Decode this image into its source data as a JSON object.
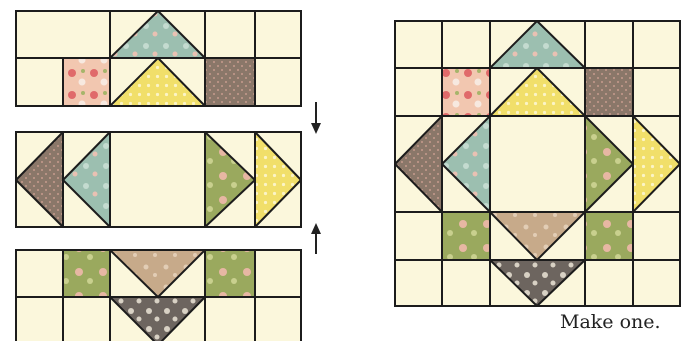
{
  "caption": "Make one.",
  "arrows": {
    "upper": "down-arrow",
    "lower": "up-arrow"
  },
  "colors": {
    "background_fabric": "#fbf7dc",
    "seam_line": "#1c1c1c",
    "aqua": "#9cbfb0",
    "yellow": "#f1df6a",
    "strawberry_print": "#f2c7b0",
    "brown_dot": "#8a7769",
    "green_floral": "#9aa95e",
    "tan": "#c7aa8a",
    "charcoal_floral": "#6d655f",
    "arrow": "#222222"
  },
  "fabrics": [
    "aqua",
    "yellow",
    "strawberry-print",
    "brown-dot",
    "green-floral",
    "tan",
    "charcoal-floral",
    "background-cream"
  ]
}
